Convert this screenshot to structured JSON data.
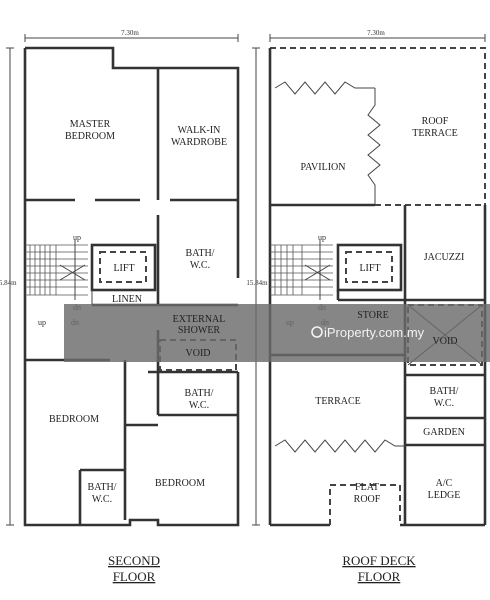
{
  "dimensions": {
    "width_label": "7.30m",
    "depth_label": "15.84m"
  },
  "second_floor": {
    "title_line1": "SECOND",
    "title_line2": "FLOOR",
    "rooms": {
      "master_bedroom_1": "MASTER",
      "master_bedroom_2": "BEDROOM",
      "walkin_1": "WALK-IN",
      "walkin_2": "WARDROBE",
      "bath1_1": "BATH/",
      "bath1_2": "W.C.",
      "lift": "LIFT",
      "linen": "LINEN",
      "ext_shower_1": "EXTERNAL",
      "ext_shower_2": "SHOWER",
      "void": "VOID",
      "bath2_1": "BATH/",
      "bath2_2": "W.C.",
      "bedroom_left": "BEDROOM",
      "bath3_1": "BATH/",
      "bath3_2": "W.C.",
      "bedroom_right": "BEDROOM"
    },
    "stair": {
      "up1": "up",
      "dn1": "dn",
      "up2": "up",
      "dn2": "dn"
    }
  },
  "roof_deck_floor": {
    "title_line1": "ROOF DECK",
    "title_line2": "FLOOR",
    "rooms": {
      "pavilion": "PAVILION",
      "roof_terrace_1": "ROOF",
      "roof_terrace_2": "TERRACE",
      "jacuzzi": "JACUZZI",
      "lift": "LIFT",
      "store": "STORE",
      "void": "VOID",
      "terrace": "TERRACE",
      "bath_1": "BATH/",
      "bath_2": "W.C.",
      "garden": "GARDEN",
      "flat_roof_1": "FLAT",
      "flat_roof_2": "ROOF",
      "ac_ledge_1": "A/C",
      "ac_ledge_2": "LEDGE"
    },
    "stair": {
      "up1": "up",
      "dn1": "dn",
      "up2": "up",
      "dn2": "dn"
    }
  },
  "watermark": "iProperty.com.my",
  "colors": {
    "watermark_band": "#6b6b6b",
    "wall": "#333333",
    "background": "#ffffff"
  }
}
